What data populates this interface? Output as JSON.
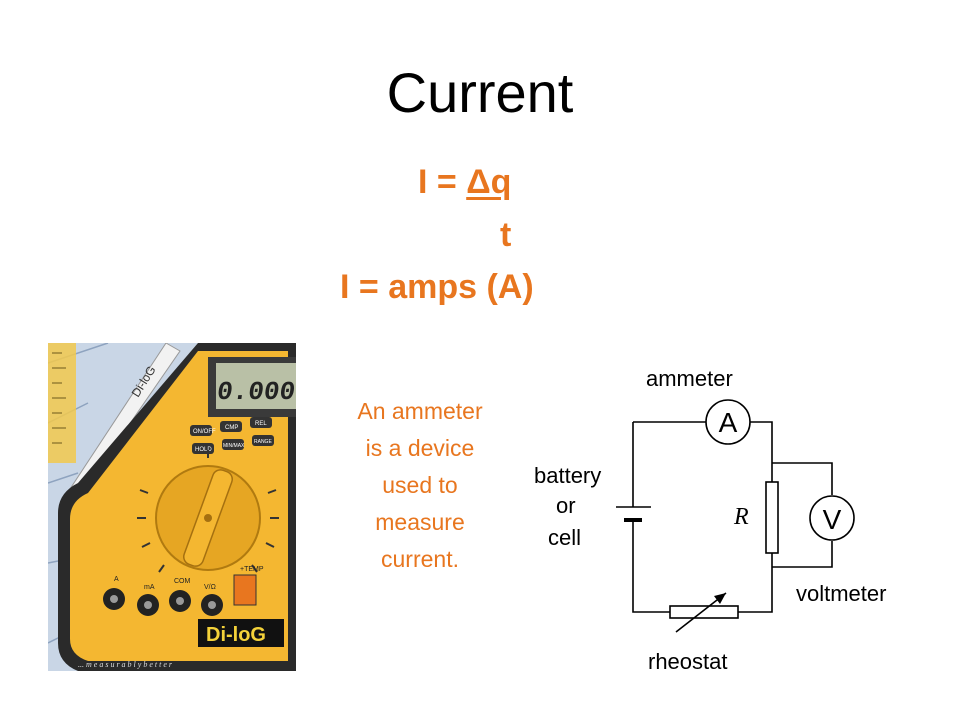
{
  "slide": {
    "title": "Current",
    "equation": {
      "lhs": "I = ",
      "numerator": "Δq",
      "denominator": "t",
      "units": "I = amps (A)"
    },
    "description": [
      "An ammeter",
      "is a device",
      "used to",
      "measure",
      "current."
    ]
  },
  "photo": {
    "display": "0.000",
    "brand_label": "Di-loG",
    "pen_label": "Di-loG",
    "footer_text": "... m e a s u r a b l y   b e t t e r",
    "buttons": [
      "ON/OFF",
      "CMP",
      "REL",
      "HOLD",
      "MIN/MAX",
      "RANGE"
    ],
    "jacks": [
      "A",
      "mA",
      "COM",
      "V/Ω"
    ],
    "temp_label": "+TEMP"
  },
  "circuit": {
    "ammeter_label": "ammeter",
    "ammeter_symbol": "A",
    "voltmeter_label": "voltmeter",
    "voltmeter_symbol": "V",
    "battery_label": [
      "battery",
      "or",
      "cell"
    ],
    "resistor_label": "R",
    "rheostat_label": "rheostat"
  },
  "colors": {
    "accent": "#e8761f",
    "meter_body": "#f4b731",
    "meter_dark": "#2a2a2a"
  }
}
